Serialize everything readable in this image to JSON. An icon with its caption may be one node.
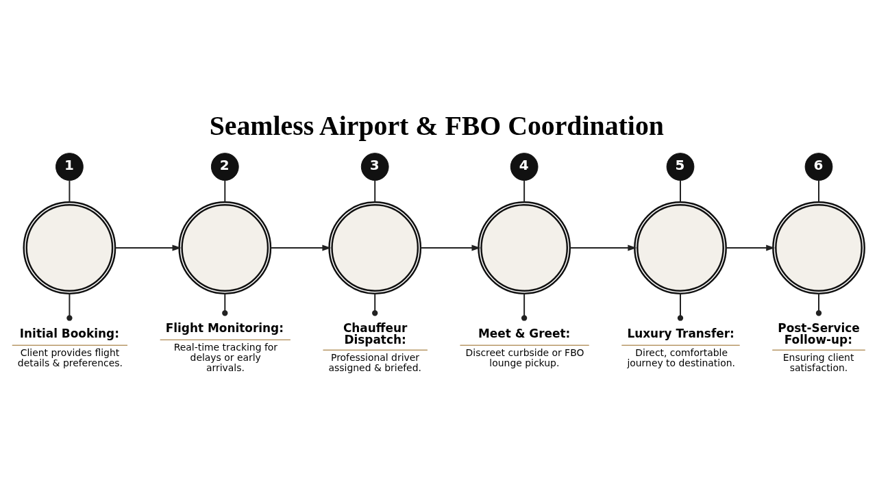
{
  "diagram": {
    "title": "Seamless Airport & FBO Coordination",
    "nodes": [
      {
        "text": [
          "1"
        ]
      },
      {
        "text": [],
        "shape": "circle"
      },
      {
        "text": [
          "Initial Booking:",
          "Client provides flight details & preferences."
        ]
      },
      {
        "text": [
          "2"
        ]
      },
      {
        "text": [],
        "shape": "circle"
      },
      {
        "text": [
          "Flight Monitoring:",
          "Real-time tracking for delays or early arrivals."
        ]
      },
      {
        "text": [
          "3"
        ]
      },
      {
        "text": [],
        "shape": "circle"
      },
      {
        "text": [
          "Chauffeur Dispatch:",
          "Professional driver assigned & briefed."
        ]
      },
      {
        "text": [
          "4"
        ]
      },
      {
        "text": [],
        "shape": "circle"
      },
      {
        "text": [
          "Meet & Greet:",
          "Discreet curbside or FBO lounge pickup."
        ]
      },
      {
        "text": [
          "5"
        ]
      },
      {
        "text": [],
        "shape": "circle"
      },
      {
        "text": [
          "Luxury Transfer:",
          "Direct, comfortable journey to destination."
        ]
      },
      {
        "text": [
          "6"
        ]
      },
      {
        "text": [],
        "shape": "circle"
      },
      {
        "text": [
          "Post-Service Follow-up:",
          "Ensuring client satisfaction."
        ]
      }
    ],
    "edges": [
      {
        "from": 0,
        "to": 1,
        "arrow": "none"
      },
      {
        "from": 1,
        "to": 2,
        "arrow": "other"
      },
      {
        "from": 3,
        "to": 4,
        "arrow": "none"
      },
      {
        "from": 4,
        "to": 5,
        "arrow": "other"
      },
      {
        "from": 6,
        "to": 7,
        "arrow": "none"
      },
      {
        "from": 7,
        "to": 8,
        "arrow": "other"
      },
      {
        "from": 9,
        "to": 10,
        "arrow": "none"
      },
      {
        "from": 10,
        "to": 11,
        "arrow": "other"
      },
      {
        "from": 12,
        "to": 13,
        "arrow": "none"
      },
      {
        "from": 13,
        "to": 14,
        "arrow": "other"
      },
      {
        "from": 15,
        "to": 16,
        "arrow": "none"
      },
      {
        "from": 16,
        "to": 17,
        "arrow": "other"
      },
      {
        "from": 1,
        "to": 4,
        "arrow": "to"
      },
      {
        "from": 4,
        "to": 7,
        "arrow": "to"
      },
      {
        "from": 7,
        "to": 10,
        "arrow": "to"
      },
      {
        "from": 10,
        "to": 13,
        "arrow": "to"
      },
      {
        "from": 13,
        "to": 16,
        "arrow": "to"
      }
    ]
  }
}
